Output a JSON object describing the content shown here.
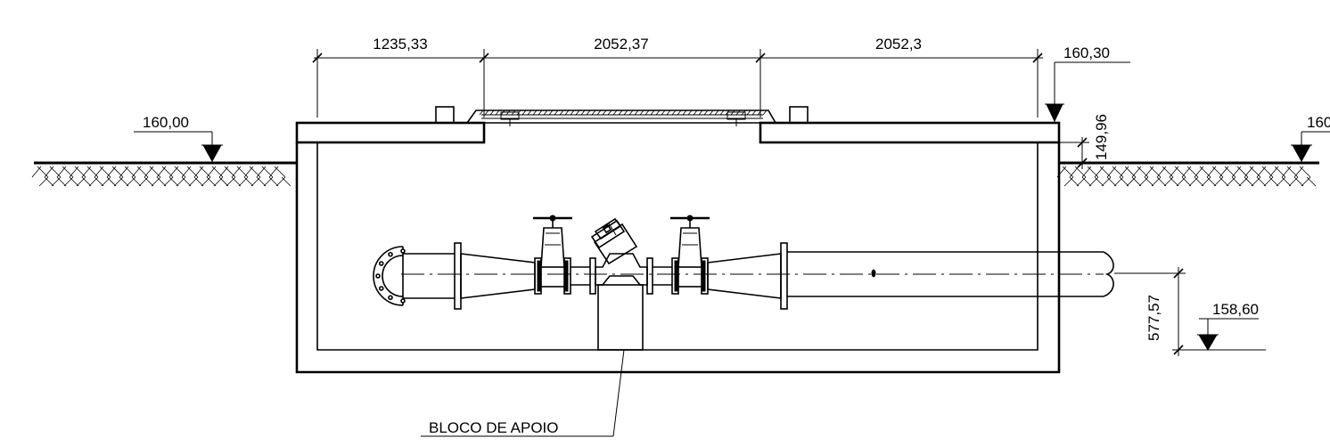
{
  "dimensions": {
    "top_left_span": "1235,33",
    "top_middle_span": "2052,37",
    "top_right_span": "2052,3",
    "slab_thickness": "149,96",
    "pipe_depth": "577,57"
  },
  "levels": {
    "ground_left": "160,00",
    "top_slab_right": "160,30",
    "ground_right": "160",
    "pipe_level": "158,60"
  },
  "labels": {
    "support_block": "BLOCO DE APOIO"
  },
  "colors": {
    "ink": "#000000",
    "paper": "#ffffff"
  }
}
